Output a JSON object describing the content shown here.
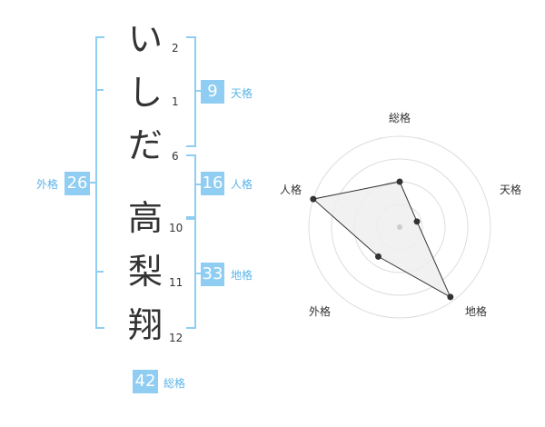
{
  "name": {
    "chars": [
      {
        "char": "い",
        "strokes": "2"
      },
      {
        "char": "し",
        "strokes": "1"
      },
      {
        "char": "だ",
        "strokes": "6"
      },
      {
        "char": "高",
        "strokes": "10"
      },
      {
        "char": "梨",
        "strokes": "11"
      },
      {
        "char": "翔",
        "strokes": "12"
      }
    ]
  },
  "kakusu": {
    "tenkaku": {
      "value": "9",
      "label": "天格"
    },
    "jinkaku": {
      "value": "16",
      "label": "人格"
    },
    "chikaku": {
      "value": "33",
      "label": "地格"
    },
    "gaikaku": {
      "value": "26",
      "label": "外格"
    },
    "soukaku": {
      "value": "42",
      "label": "総格"
    }
  },
  "radar": {
    "axes": [
      "総格",
      "天格",
      "地格",
      "外格",
      "人格"
    ],
    "levels": 4,
    "scores": [
      0.5,
      0.2,
      0.95,
      0.4,
      1.0
    ],
    "colors": {
      "fill": "#eeeeee",
      "stroke": "#333333",
      "grid": "#dddddd",
      "dot": "#333333",
      "center": "#cccccc"
    }
  },
  "colors": {
    "accent": "#8fcdf3",
    "accent_text": "#5bb5ea",
    "text": "#333333"
  }
}
